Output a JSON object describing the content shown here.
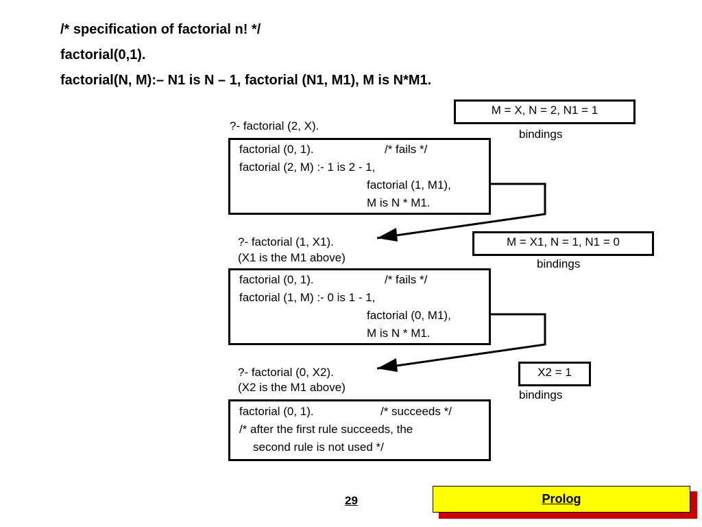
{
  "header": {
    "line1": "/* specification of factorial n! */",
    "line2": "factorial(0,1).",
    "line3": "factorial(N, M):– N1 is N – 1, factorial (N1, M1), M is N*M1."
  },
  "diagram": {
    "query1": "?- factorial (2, X).",
    "box1": {
      "line1": "factorial (0, 1).",
      "comment1": "/* fails */",
      "line2": "factorial (2, M) :- 1 is 2 - 1,",
      "line3": "factorial (1, M1),",
      "line4": "M is N * M1."
    },
    "bindings1": {
      "value": "M = X, N = 2, N1 = 1",
      "label": "bindings"
    },
    "query2": "?- factorial (1, X1).",
    "query2_note": "(X1 is the M1 above)",
    "box2": {
      "line1": "factorial (0, 1).",
      "comment1": "/* fails */",
      "line2": "factorial (1, M) :- 0 is 1 - 1,",
      "line3": "factorial (0, M1),",
      "line4": "M is N * M1."
    },
    "bindings2": {
      "value": "M = X1, N = 1, N1 = 0",
      "label": "bindings"
    },
    "query3": "?- factorial (0, X2).",
    "query3_note": "(X2 is the M1 above)",
    "box3": {
      "line1": "factorial (0, 1).",
      "comment1": "/* succeeds */",
      "line2": "/* after the first rule succeeds, the",
      "line3": "second rule is not used */"
    },
    "bindings3": {
      "value": "X2 = 1",
      "label": "bindings"
    }
  },
  "footer": {
    "page_number": "29",
    "title": "Prolog",
    "title_bg": "#ffff00",
    "title_shadow": "#cc0000"
  }
}
